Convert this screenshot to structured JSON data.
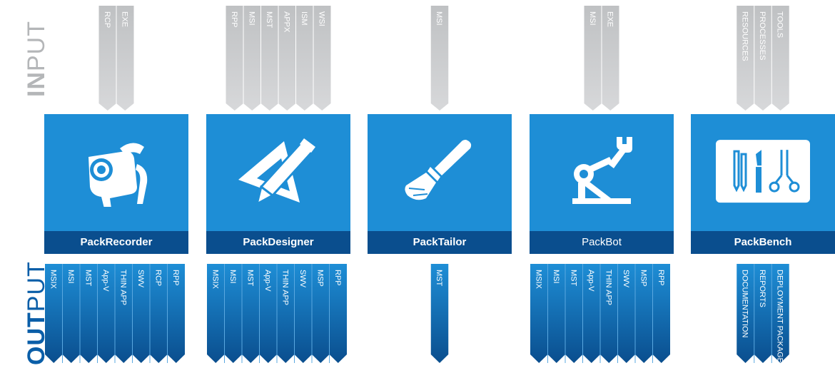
{
  "labels": {
    "input_bold": "IN",
    "input_rest": "PUT",
    "output_bold": "OUT",
    "output_rest": "PUT"
  },
  "colors": {
    "tool_box": "#1e8ed6",
    "nameplate": "#0a4e8e",
    "input_strip": "#c6c8ca",
    "output_strip_top": "#1e8ed6",
    "output_strip_bottom": "#0a4e8e"
  },
  "tools": [
    {
      "name": "PackRecorder",
      "icon": "camcorder-icon",
      "inputs": [
        "EXE",
        "RCP"
      ],
      "outputs": [
        "MSIX",
        "MSI",
        "MST",
        "App-V",
        "THIN APP",
        "SWV",
        "RCP",
        "RPP"
      ]
    },
    {
      "name": "PackDesigner",
      "icon": "pencil-triangle-icon",
      "inputs": [
        "WSI",
        "ISM",
        "APPX",
        "MST",
        "MSI",
        "RPP"
      ],
      "outputs": [
        "MSIX",
        "MSI",
        "MST",
        "App-V",
        "THIN APP",
        "SWV",
        "MSP",
        "RPP"
      ]
    },
    {
      "name": "PackTailor",
      "icon": "paintbrush-icon",
      "inputs": [
        "MSI"
      ],
      "outputs": [
        "MST"
      ]
    },
    {
      "name": "PackBot",
      "icon": "robot-arm-icon",
      "inputs": [
        "EXE",
        "MSI"
      ],
      "outputs": [
        "MSIX",
        "MSI",
        "MST",
        "App-V",
        "THIN APP",
        "SWV",
        "MSP",
        "RPP"
      ]
    },
    {
      "name": "PackBench",
      "icon": "surgical-tools-icon",
      "inputs": [
        "TOOLS",
        "PROCESSES",
        "RESOURCES"
      ],
      "outputs": [
        "DOCUMENTATION",
        "REPORTS",
        "DEPLOYMENT PACKAGE"
      ]
    }
  ]
}
